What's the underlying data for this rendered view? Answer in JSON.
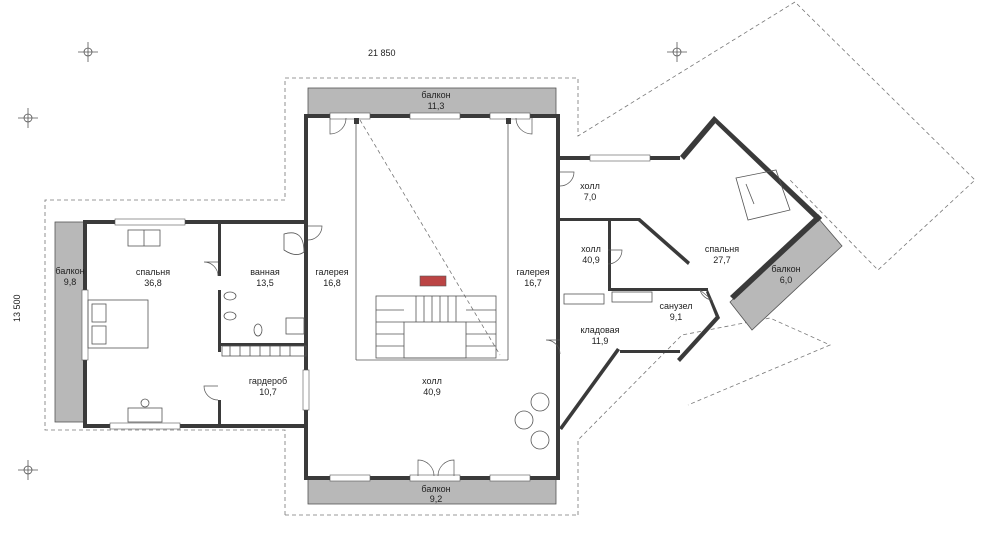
{
  "dimensions": {
    "width_label": "21 850",
    "height_label": "13 500"
  },
  "rooms": [
    {
      "id": "balcony-top",
      "name": "балкон",
      "area": "11,3"
    },
    {
      "id": "balcony-left",
      "name": "балкон",
      "area": "9,8"
    },
    {
      "id": "bedroom-left",
      "name": "спальня",
      "area": "36,8"
    },
    {
      "id": "bathroom",
      "name": "ванная",
      "area": "13,5"
    },
    {
      "id": "gallery-left",
      "name": "галерея",
      "area": "16,8"
    },
    {
      "id": "gallery-right",
      "name": "галерея",
      "area": "16,7"
    },
    {
      "id": "wardrobe",
      "name": "гардероб",
      "area": "10,7"
    },
    {
      "id": "hall-main",
      "name": "холл",
      "area": "40,9"
    },
    {
      "id": "balcony-bottom",
      "name": "балкон",
      "area": "9,2"
    },
    {
      "id": "hall-small",
      "name": "холл",
      "area": "7,0"
    },
    {
      "id": "hall-mid",
      "name": "холл",
      "area": "40,9"
    },
    {
      "id": "storage",
      "name": "кладовая",
      "area": "11,9"
    },
    {
      "id": "wc",
      "name": "санузел",
      "area": "9,1"
    },
    {
      "id": "bedroom-right",
      "name": "спальня",
      "area": "27,7"
    },
    {
      "id": "balcony-right",
      "name": "балкон",
      "area": "6,0"
    }
  ]
}
